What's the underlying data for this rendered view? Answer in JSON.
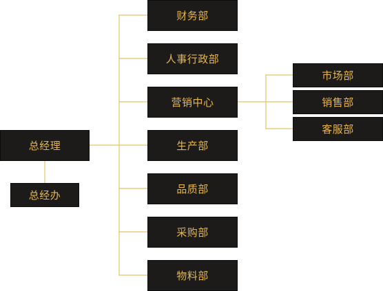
{
  "colors": {
    "box_background": "#1c1b19",
    "box_text": "#e6b64e",
    "connector": "#e2c46a"
  },
  "org": {
    "ceo": "总经理",
    "ceo_office": "总经办",
    "departments": [
      "财务部",
      "人事行政部",
      "营销中心",
      "生产部",
      "品质部",
      "采购部",
      "物料部"
    ],
    "marketing_sub": [
      "市场部",
      "销售部",
      "客服部"
    ]
  }
}
